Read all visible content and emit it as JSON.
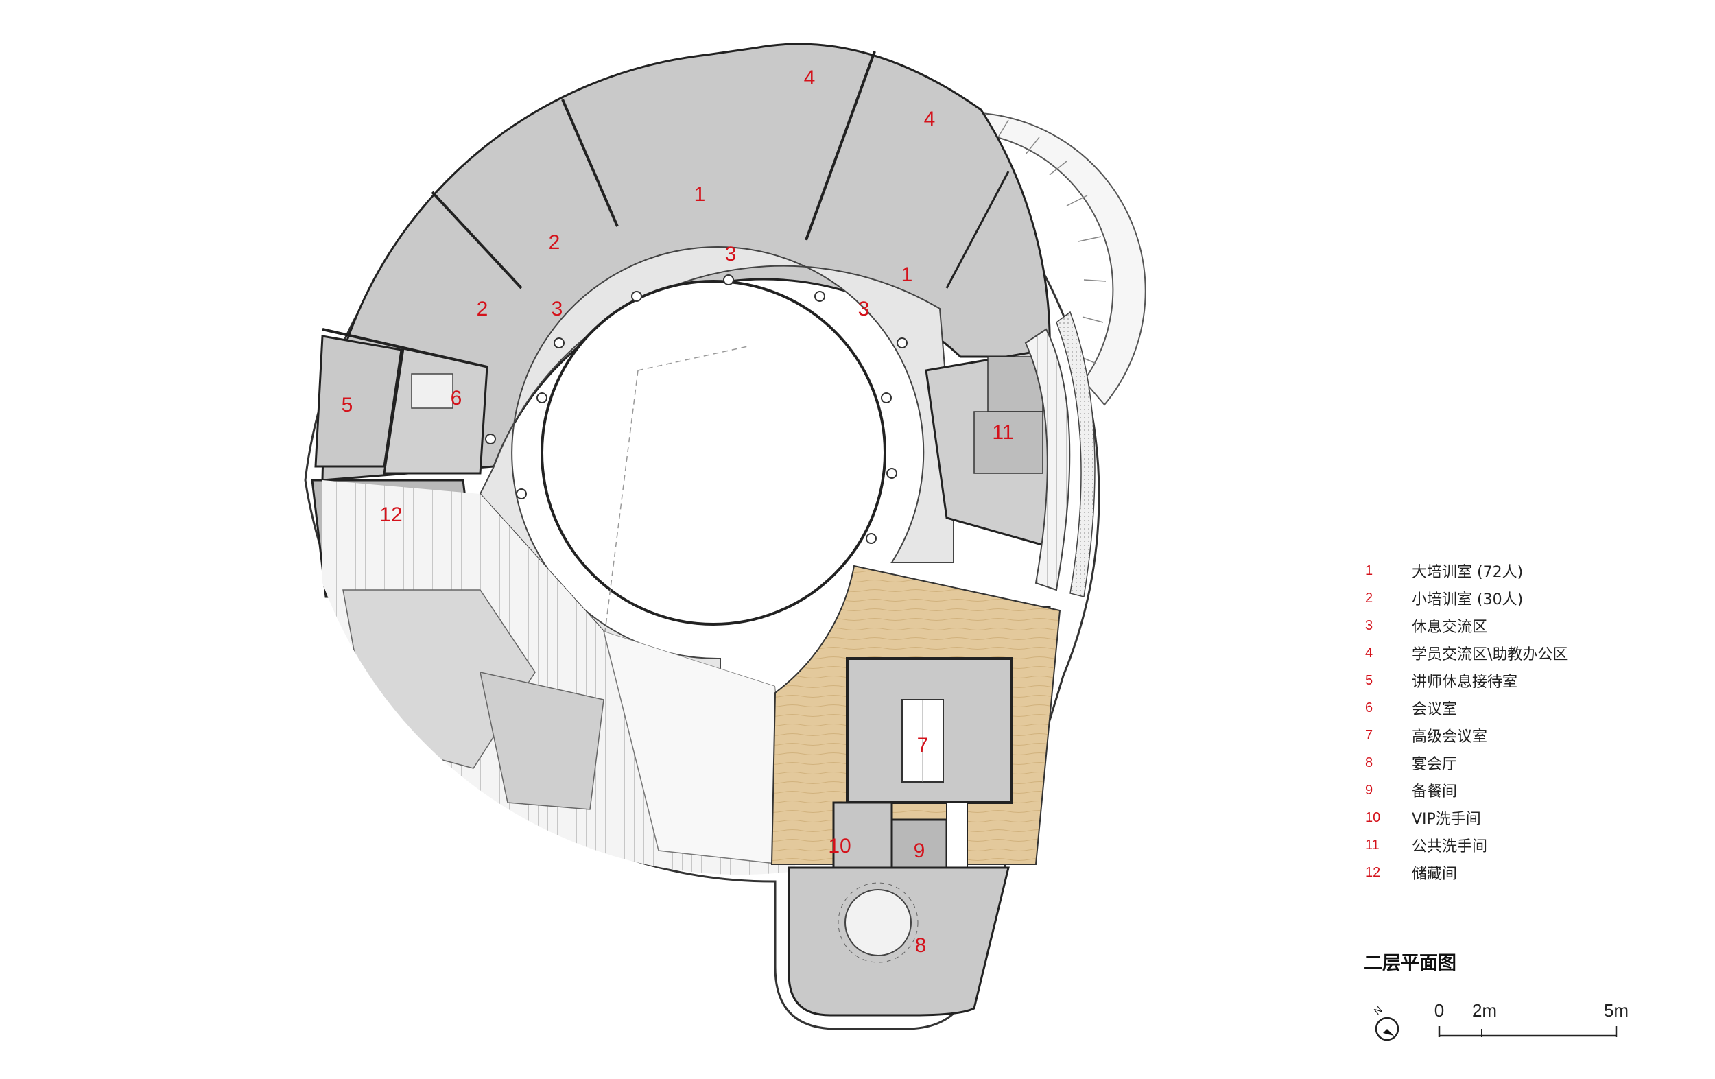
{
  "plan": {
    "room_numbers": [
      "1",
      "1",
      "2",
      "2",
      "3",
      "3",
      "3",
      "4",
      "4",
      "5",
      "6",
      "7",
      "8",
      "9",
      "10",
      "11",
      "12"
    ]
  },
  "legend": {
    "items": [
      {
        "num": "1",
        "label": "大培训室 (72人)"
      },
      {
        "num": "2",
        "label": "小培训室  (30人)"
      },
      {
        "num": "3",
        "label": "休息交流区"
      },
      {
        "num": "4",
        "label": "学员交流区\\助教办公区"
      },
      {
        "num": "5",
        "label": "讲师休息接待室"
      },
      {
        "num": "6",
        "label": "会议室"
      },
      {
        "num": "7",
        "label": "高级会议室"
      },
      {
        "num": "8",
        "label": "宴会厅"
      },
      {
        "num": "9",
        "label": "备餐间"
      },
      {
        "num": "10",
        "label": "VIP洗手间"
      },
      {
        "num": "11",
        "label": "公共洗手间"
      },
      {
        "num": "12",
        "label": "储藏间"
      }
    ]
  },
  "drawing_title": "二层平面图",
  "scale_bar": {
    "labels": [
      "0",
      "2m",
      "5m"
    ]
  },
  "north_arrow": {
    "label": "N",
    "icon": "north-arrow-icon"
  },
  "colors": {
    "label_red": "#d4121b",
    "room_gray": "#c9c9c9",
    "wood": "#e2c79a",
    "line": "#333333"
  }
}
